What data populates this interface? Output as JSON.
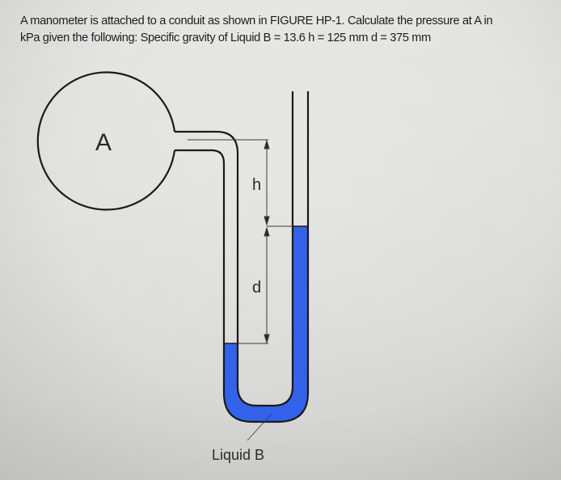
{
  "question": {
    "line1": "A manometer is attached to a conduit as shown in FIGURE HP-1. Calculate the pressure at A in",
    "line2": "kPa given the following: Specific gravity of Liquid B = 13.6 h = 125 mm d = 375 mm"
  },
  "figure": {
    "vessel_label": "A",
    "dimension_h_label": "h",
    "dimension_d_label": "d",
    "liquid_label": "Liquid B",
    "liquid_color": "#2f5ee8",
    "outline_color": "#1a1a1a"
  },
  "given": {
    "specific_gravity_liquid_b": 13.6,
    "h_mm": 125,
    "d_mm": 375
  }
}
